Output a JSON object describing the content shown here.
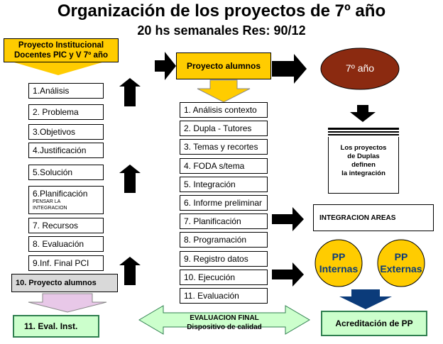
{
  "title": "Organización de los proyectos de 7º año",
  "subtitle": "20 hs semanales Res: 90/12",
  "left_header": [
    "Proyecto Institucional",
    "Docentes PIC y V 7º año"
  ],
  "left_items": [
    "1.Análisis",
    "2. Problema",
    "3.Objetivos",
    "4.Justificación",
    "5.Solución",
    "6.Planificación",
    "7. Recursos",
    "8. Evaluación",
    "9.Inf. Final PCI"
  ],
  "left_item6_sub": [
    "PENSAR LA",
    "INTEGRACION"
  ],
  "left_item10": "10. Proyecto alumnos",
  "eval_inst": "11. Eval. Inst.",
  "center_header": "Proyecto alumnos",
  "center_items": [
    "1. Análisis contexto",
    "2. Dupla - Tutores",
    "3. Temas y recortes",
    "4. FODA s/tema",
    "5. Integración",
    "6. Informe preliminar",
    "7. Planificación",
    "8. Programación",
    "9. Registro datos",
    "10. Ejecución",
    "11. Evaluación"
  ],
  "eval_final": [
    "EVALUACION FINAL",
    "Dispositivo de calidad"
  ],
  "year_label": "7º año",
  "duplas_text": [
    "Los proyectos",
    "de Duplas",
    "definen",
    "la integración"
  ],
  "integracion_areas": "INTEGRACION AREAS",
  "pp_internas": [
    "PP",
    "Internas"
  ],
  "pp_externas": [
    "PP",
    "Externas"
  ],
  "acreditacion": "Acreditación de PP",
  "colors": {
    "yellow": "#ffcc00",
    "green_fill": "#ccffcc",
    "green_border": "#2f7f4f",
    "maroon": "#8b2a10",
    "pp_yellow": "#ffcc00",
    "blue_arrow": "#0b3b7a",
    "pink_arrow": "#e8c8e8"
  }
}
